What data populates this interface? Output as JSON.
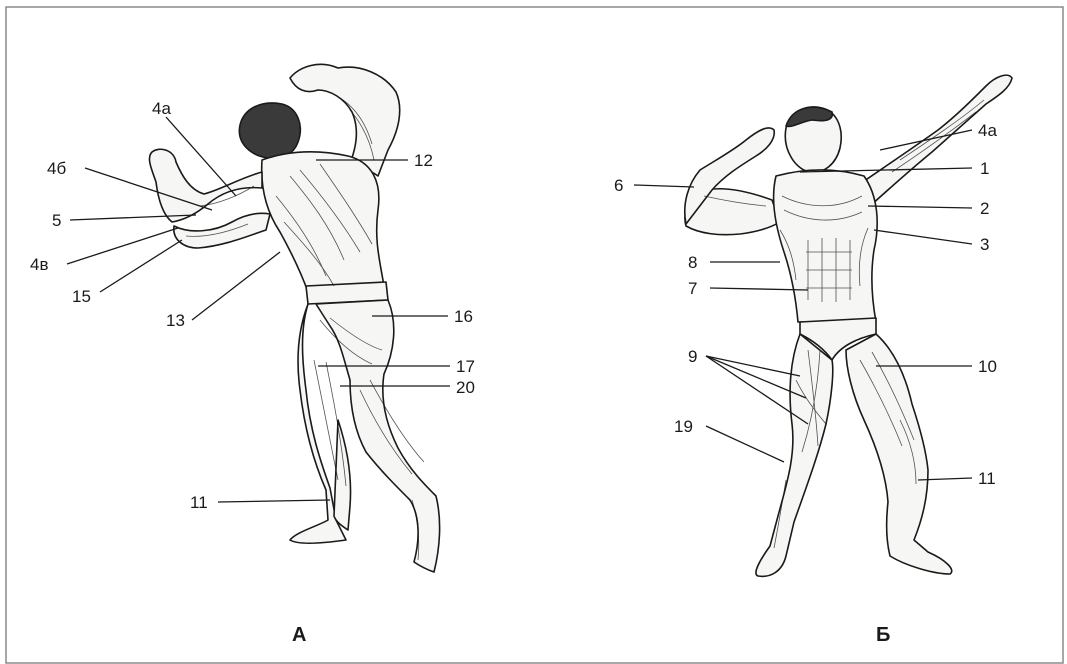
{
  "figure": {
    "panels": [
      {
        "id": "A",
        "caption": "А"
      },
      {
        "id": "B",
        "caption": "Б"
      }
    ],
    "labels_back": [
      "4а",
      "12",
      "4б",
      "5",
      "4в",
      "15",
      "13",
      "16",
      "17",
      "20",
      "11"
    ],
    "labels_front": [
      "4а",
      "1",
      "6",
      "2",
      "3",
      "8",
      "7",
      "9",
      "10",
      "19",
      "11"
    ]
  },
  "colors": {
    "ink": "#1a1a1a",
    "frame": "#8a8a8a",
    "paper": "#ffffff"
  }
}
